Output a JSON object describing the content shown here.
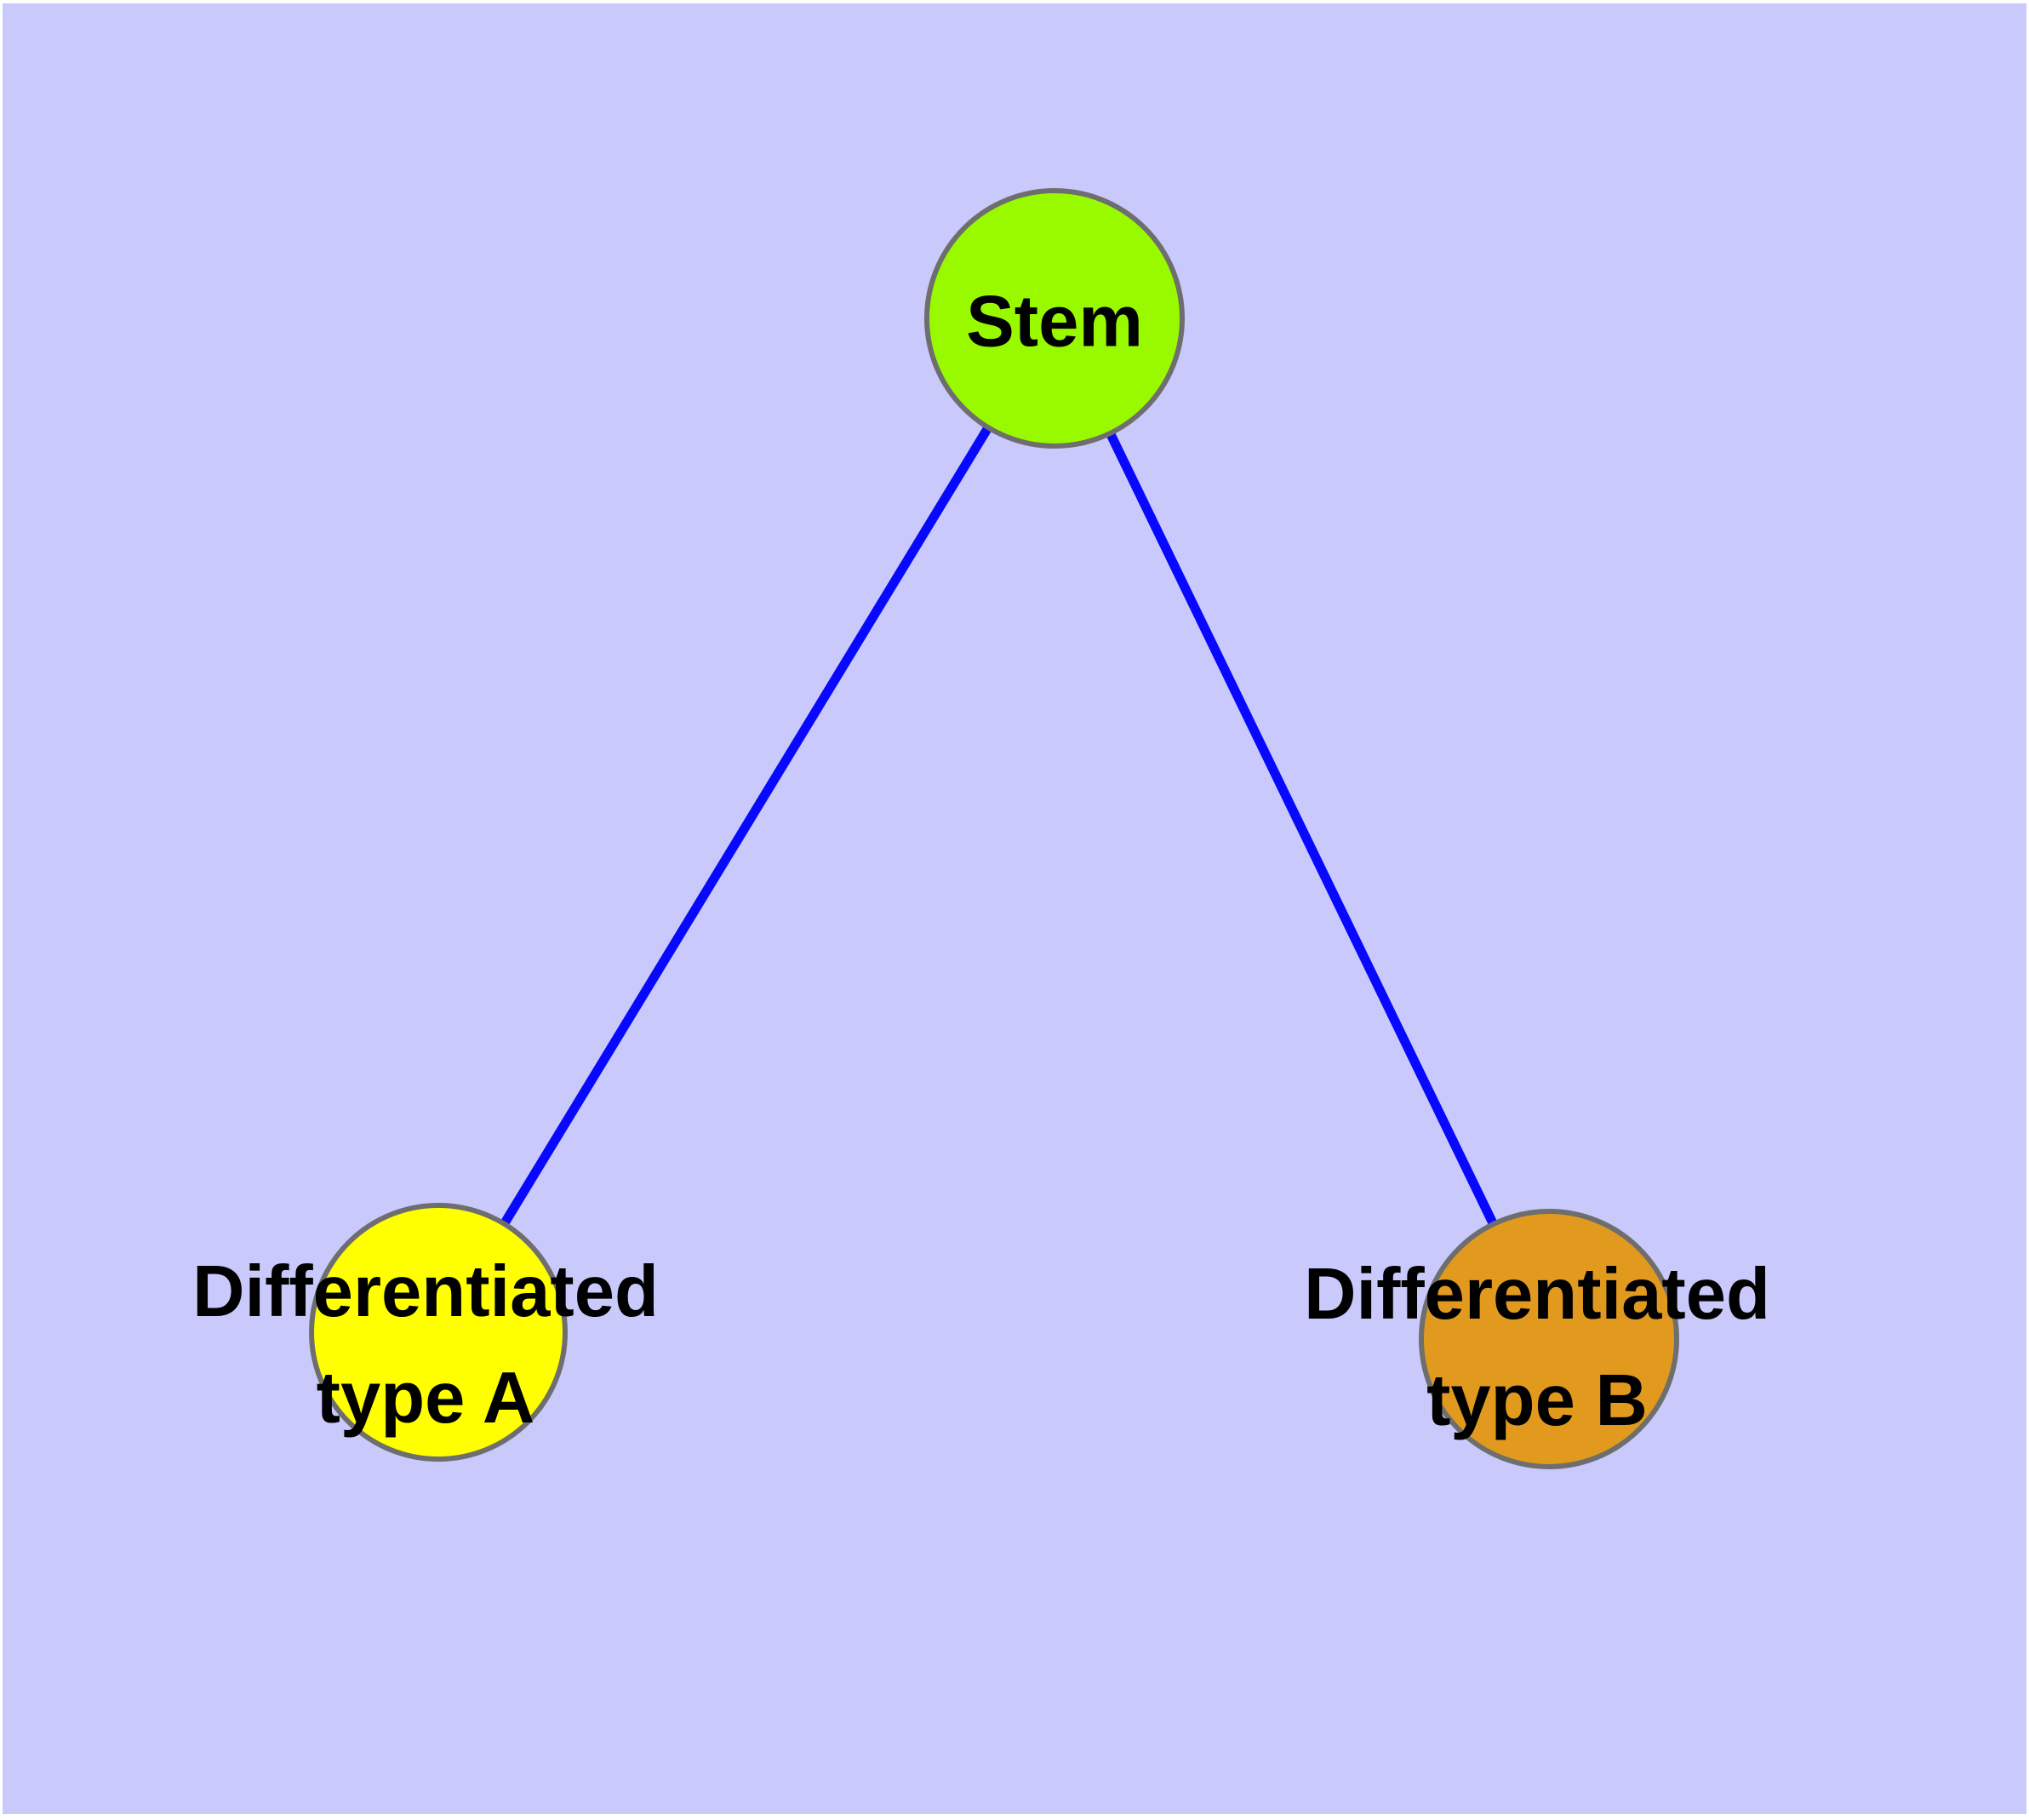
{
  "diagram": {
    "colors": {
      "page_margin": "#FFFFFF",
      "background": "#C9C9FB",
      "edge": "#0808FF",
      "node_border": "#6E6E6E",
      "label_text": "#000000",
      "stem_fill": "#99FA00",
      "type_a_fill": "#FFFF00",
      "type_b_fill": "#E29A1E"
    },
    "nodes": [
      {
        "id": "stem",
        "label": "Stem",
        "label_lines": [
          "Stem"
        ],
        "fill": "#99FA00"
      },
      {
        "id": "differentiated-type-a",
        "label": "Differentiated type A",
        "label_lines": [
          "Differentiated",
          "type A"
        ],
        "fill": "#FFFF00"
      },
      {
        "id": "differentiated-type-b",
        "label": "Differentiated type B",
        "label_lines": [
          "Differentiated",
          "type B"
        ],
        "fill": "#E29A1E"
      }
    ],
    "edges": [
      {
        "from": "Stem",
        "to": "Differentiated type A"
      },
      {
        "from": "Stem",
        "to": "Differentiated type B"
      }
    ]
  }
}
